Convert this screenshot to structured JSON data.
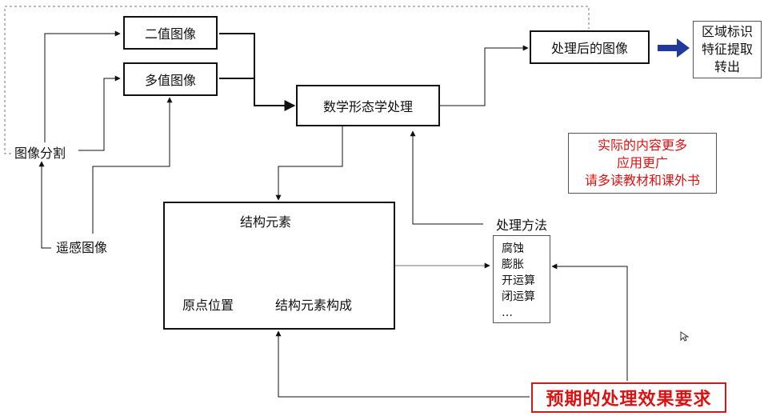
{
  "nodes": {
    "binary": "二值图像",
    "multi": "多值图像",
    "morph": "数学形态学处理",
    "processed": "处理后的图像",
    "structure_title": "结构元素",
    "origin": "原点位置",
    "composition": "结构元素构成"
  },
  "labels": {
    "segmentation": "图像分割",
    "remote_sensing": "遥感图像",
    "methods_title": "处理方法"
  },
  "applications": [
    "区域标识",
    "特征提取",
    "转出"
  ],
  "methods": [
    "腐蚀",
    "膨胀",
    "开运算",
    "闭运算",
    "…"
  ],
  "note": [
    "实际的内容更多",
    "应用更广",
    "请多读教材和课外书"
  ],
  "expectation": "预期的处理效果要求",
  "colors": {
    "accent": "#e01010",
    "arrow_fill": "#1f3a9a"
  }
}
